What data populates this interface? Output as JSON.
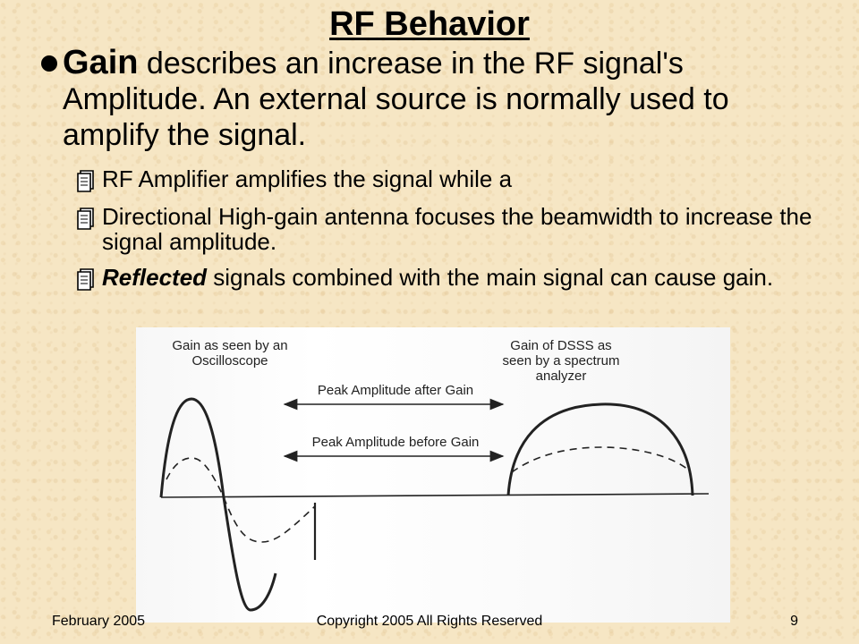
{
  "title": "RF Behavior",
  "bullet": {
    "term": "Gain",
    "text": " describes an increase in the RF signal's Amplitude. An external source is normally used to amplify the signal."
  },
  "subbullets": [
    {
      "text": "RF Amplifier amplifies the signal while a"
    },
    {
      "text": "Directional High-gain antenna focuses the beamwidth to increase the signal amplitude."
    },
    {
      "em": "Reflected",
      "text": " signals combined with the main signal can cause gain."
    }
  ],
  "diagram": {
    "label_oscilloscope": "Gain as seen by an Oscilloscope",
    "label_spectrum": "Gain of DSSS as seen by a spectrum analyzer",
    "label_after": "Peak Amplitude after Gain",
    "label_before": "Peak Amplitude before Gain"
  },
  "footer": {
    "date": "February 2005",
    "copyright": "Copyright 2005 All Rights Reserved",
    "page": "9"
  },
  "icon_name": "book-stack-icon",
  "bullet_icon_name": "bullet-dot-icon"
}
